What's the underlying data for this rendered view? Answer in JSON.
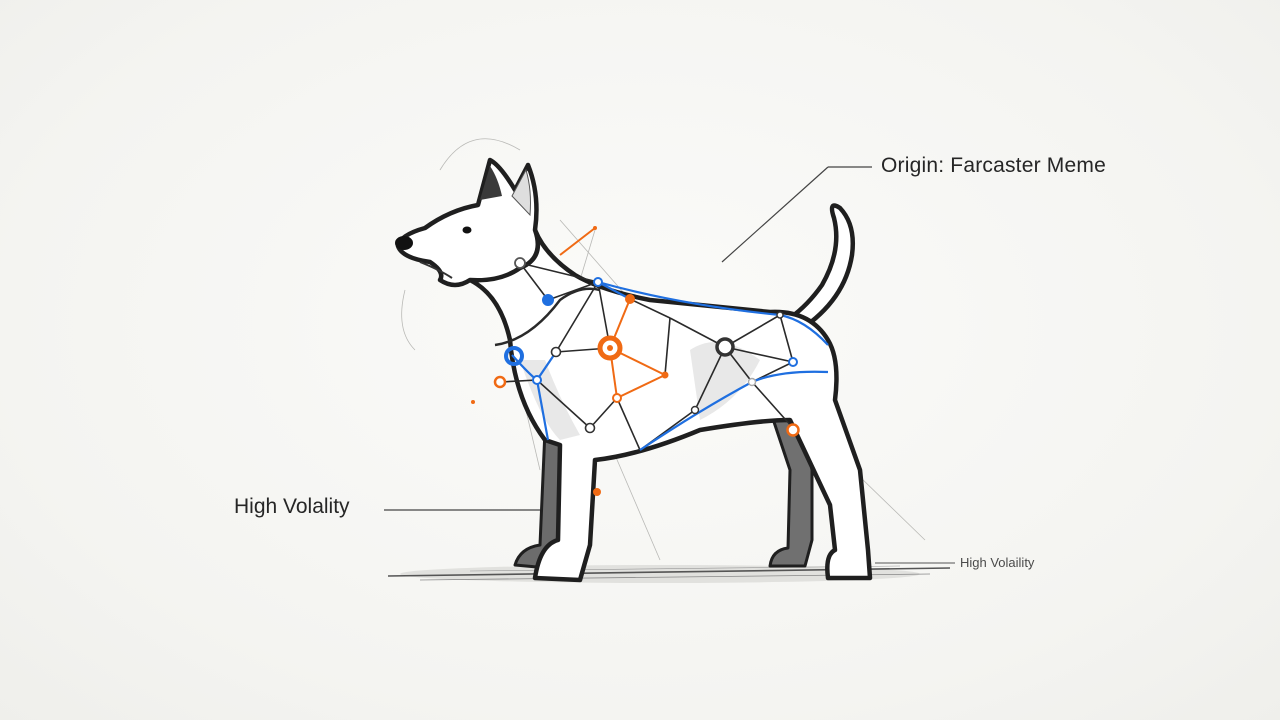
{
  "labels": {
    "origin": "Origin: Farcaster Meme",
    "volatility_left": "High Volality",
    "volatility_right": "High Volaility"
  },
  "colors": {
    "background": "#f5f5f2",
    "ink": "#1f1f1f",
    "pencil": "#9a9a9a",
    "accent_blue": "#1f6fe0",
    "accent_orange": "#f06a14"
  }
}
